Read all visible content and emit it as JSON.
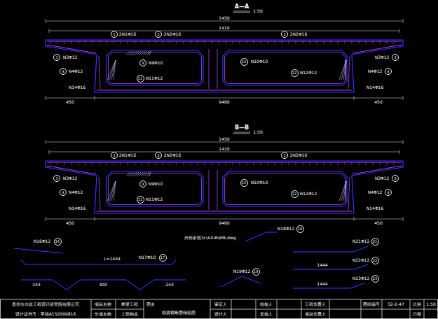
{
  "diagram": {
    "nodes": [
      {
        "text": [
          "1"
        ]
      },
      {
        "text": [
          "2"
        ]
      },
      {
        "text": [
          "2"
        ]
      },
      {
        "text": [
          "3"
        ]
      },
      {
        "text": [
          "4"
        ]
      },
      {
        "text": [
          "3"
        ]
      },
      {
        "text": [
          "4"
        ]
      },
      {
        "text": [
          "9"
        ]
      },
      {
        "text": [
          "10"
        ]
      },
      {
        "text": [
          "11"
        ]
      },
      {
        "text": [
          "12"
        ]
      },
      {
        "text": [
          "1"
        ]
      },
      {
        "text": [
          "2"
        ]
      },
      {
        "text": [
          "2"
        ]
      },
      {
        "text": [
          "3"
        ]
      },
      {
        "text": [
          "4"
        ]
      },
      {
        "text": [
          "3"
        ]
      },
      {
        "text": [
          "4"
        ]
      },
      {
        "text": [
          "9"
        ]
      },
      {
        "text": [
          "10"
        ]
      },
      {
        "text": [
          "11"
        ]
      },
      {
        "text": [
          "12"
        ]
      },
      {
        "text": [
          "16"
        ]
      },
      {
        "text": [
          "17"
        ]
      },
      {
        "text": [
          "18"
        ]
      },
      {
        "text": [
          "19"
        ]
      },
      {
        "text": [
          "21"
        ]
      },
      {
        "text": [
          "22"
        ]
      },
      {
        "text": [
          "23"
        ]
      }
    ],
    "labels": [
      "A—A",
      "1:50",
      "1450",
      "1410",
      "2N1Φ16",
      "2N2Φ16",
      "2N2Φ16",
      "N3Φ12",
      "N4Φ12",
      "N3Φ12",
      "N4Φ12",
      "N9Φ10",
      "N10Φ10",
      "N11Φ12",
      "N12Φ12",
      "N14Φ16",
      "N14Φ16",
      "450",
      "9460",
      "450",
      "B—B",
      "1:50",
      "1450",
      "1410",
      "2N1Φ16",
      "2N2Φ16",
      "2N2Φ16",
      "N3Φ12",
      "N4Φ12",
      "N3Φ12",
      "N4Φ12",
      "N9Φ10",
      "N10Φ10",
      "N11Φ12",
      "N12Φ12",
      "N14Φ16",
      "N14Φ16",
      "450",
      "9460",
      "450",
      "N16Φ12",
      "L=1444",
      "N17Φ10",
      "244",
      "300",
      "244",
      "外部参照D:\\AX-B\\WB.dwg",
      "N18Φ12",
      "N19Φ12",
      "N21Φ12",
      "N22Φ12",
      "N23Φ12",
      "1444",
      "1444",
      "贵州市市政工程设计研究院有限公司",
      "设计证书号：甲级A152000816",
      "项目名称",
      "桥梁工程",
      "分项名称",
      "上部构造",
      "图名",
      "箱梁横断面钢筋图",
      "审定人",
      "设计人",
      "校核人",
      "复核人",
      "工程负责人",
      "项目负责人",
      "图纸编号",
      "S2-2-47",
      "比例",
      "1:50",
      "日期"
    ]
  }
}
